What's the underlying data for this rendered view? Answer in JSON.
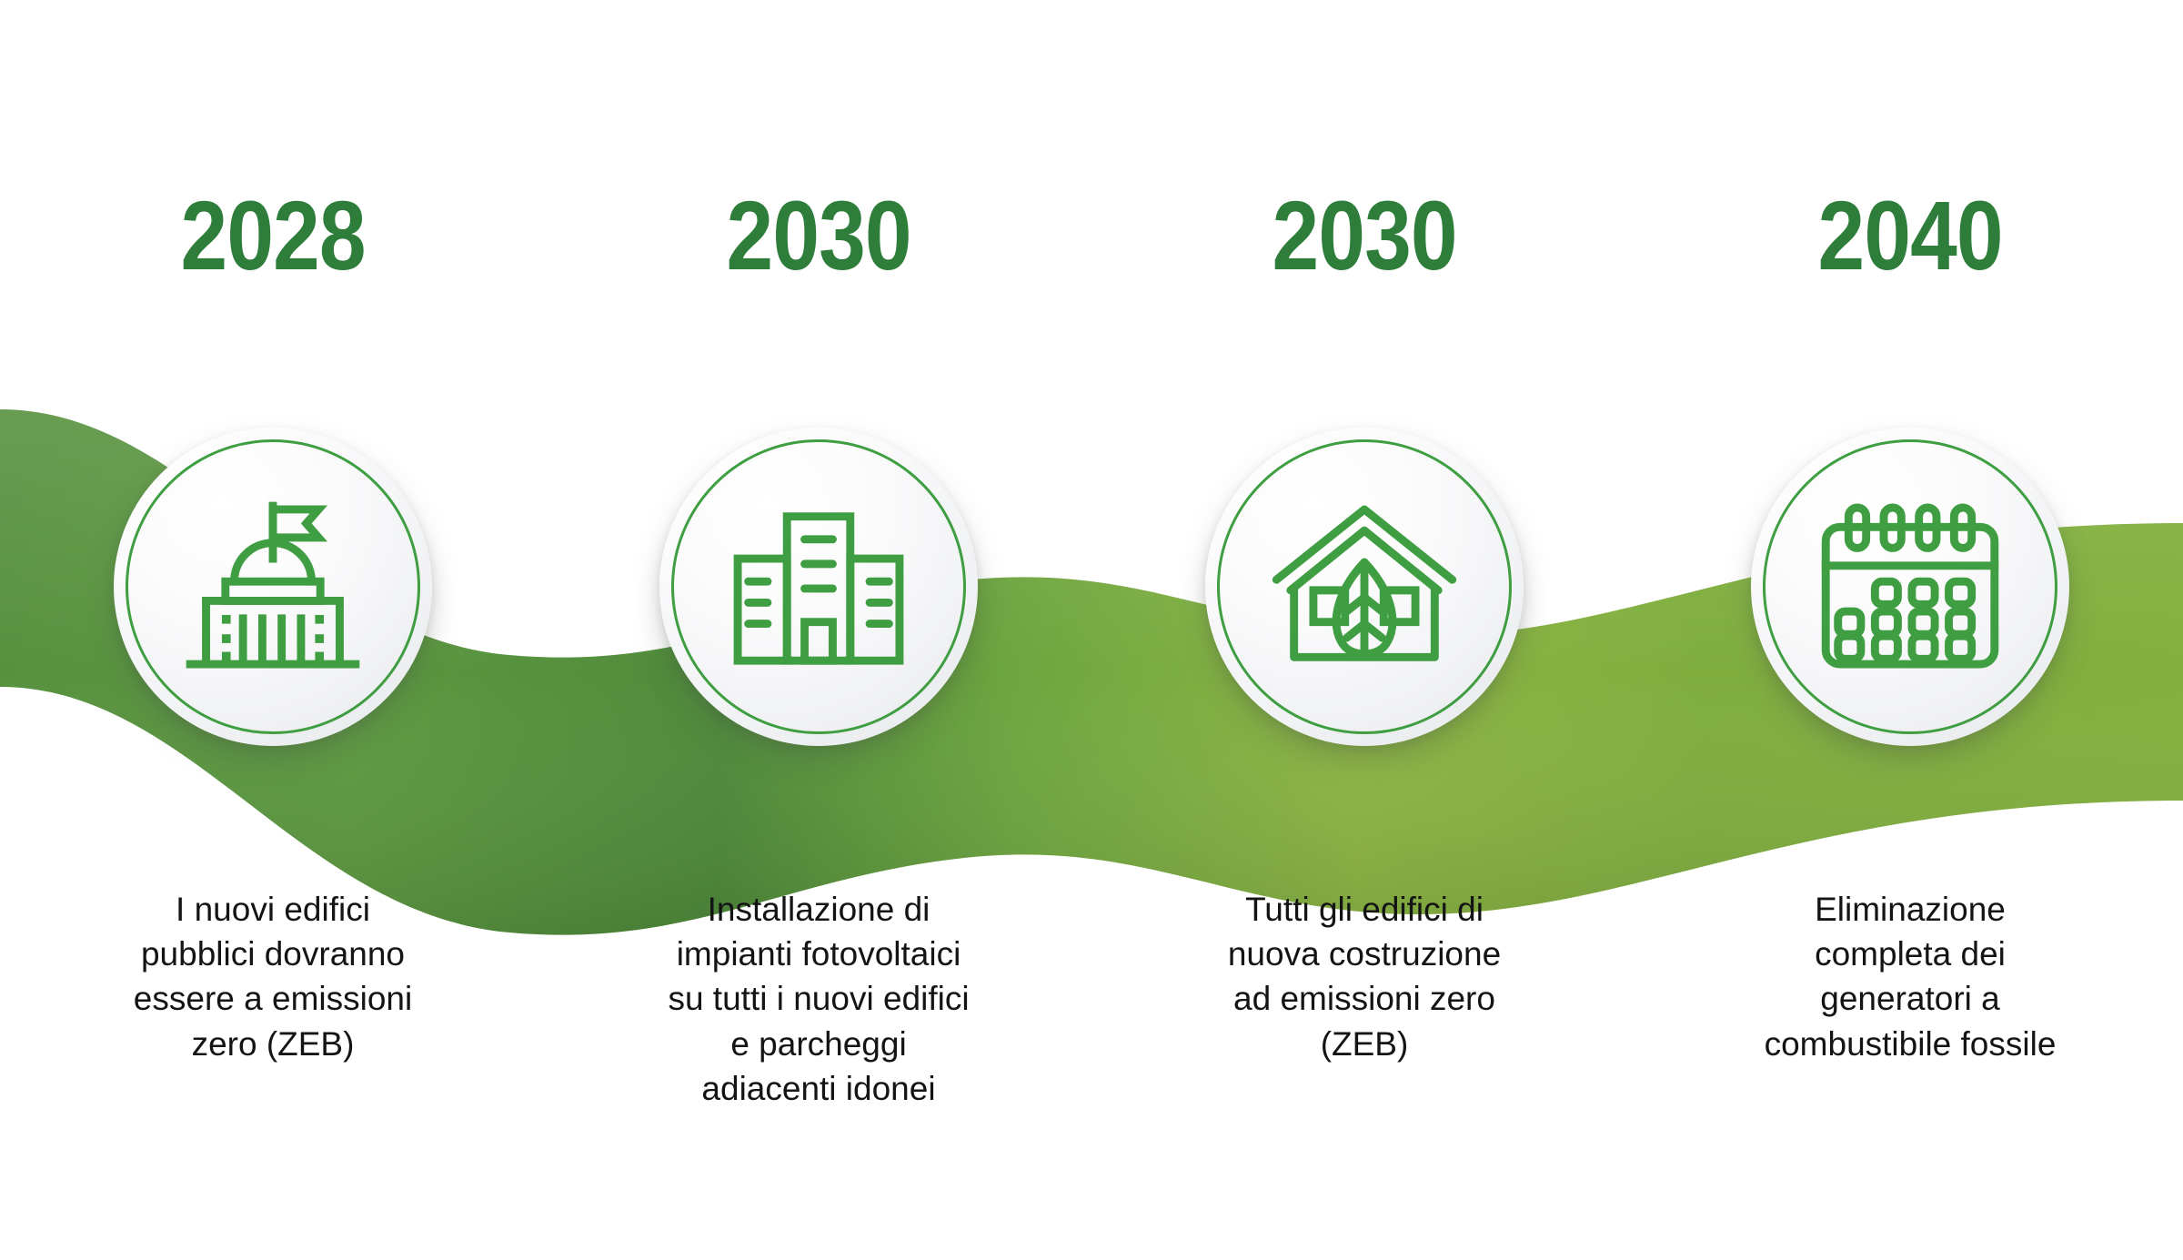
{
  "colors": {
    "year_green": "#2e7d3a",
    "icon_green": "#3f9e42",
    "ribbon_dark_green": "#5d9941",
    "ribbon_mid_green": "#6fa63f",
    "ribbon_light_green": "#8cb544",
    "ribbon_right_green": "#82b03e",
    "caption_text": "#141414",
    "background": "#ffffff",
    "disc_face": "#f4f5f7"
  },
  "timeline": {
    "milestones": [
      {
        "year": "2028",
        "icon": "government-building-icon",
        "caption": "I nuovi edifici\npubblici dovranno\nessere a emissioni\nzero (ZEB)"
      },
      {
        "year": "2030",
        "icon": "office-buildings-icon",
        "caption": "Installazione di\nimpianti fotovoltaici\nsu tutti i nuovi edifici\ne parcheggi\nadiacenti idonei"
      },
      {
        "year": "2030",
        "icon": "eco-house-leaf-icon",
        "caption": "Tutti gli edifici di\nnuova costruzione\nad emissioni zero\n(ZEB)"
      },
      {
        "year": "2040",
        "icon": "calendar-icon",
        "caption": "Eliminazione\ncompleta dei\ngeneratori a\ncombustibile fossile"
      }
    ]
  }
}
